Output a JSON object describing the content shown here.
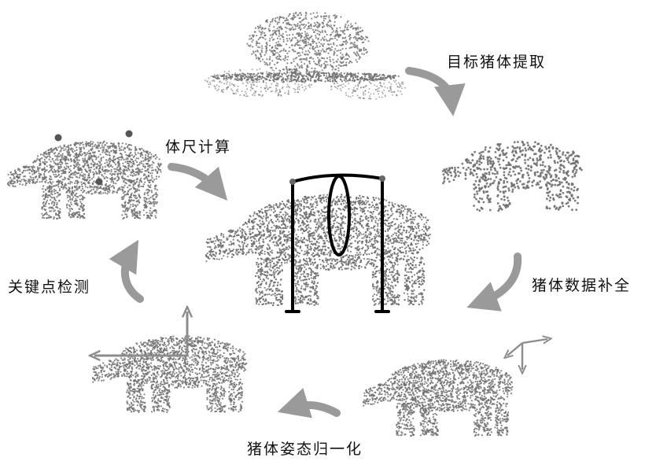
{
  "steps": [
    {
      "id": "extract",
      "label": "目标猪体提取"
    },
    {
      "id": "complete",
      "label": "猪体数据补全"
    },
    {
      "id": "normalize",
      "label": "猪体姿态归一化"
    },
    {
      "id": "keypoints",
      "label": "关键点检测"
    },
    {
      "id": "measure",
      "label": "体尺计算"
    }
  ],
  "colors": {
    "points": "#6f6f6f",
    "arrows": "#9a9a9a",
    "axes": "#8c8c8c",
    "measure_lines": "#000000",
    "keypoint_dots": "#555555"
  }
}
